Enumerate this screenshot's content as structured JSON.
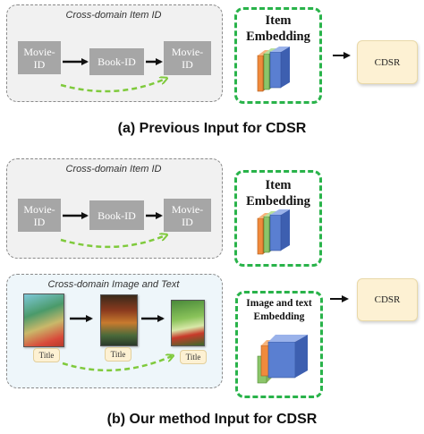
{
  "panel_a": {
    "region_title": "Cross-domain Item ID",
    "boxes": [
      {
        "line1": "Movie-",
        "line2": "ID"
      },
      {
        "line1": "Book-ID",
        "line2": ""
      },
      {
        "line1": "Movie-",
        "line2": "ID"
      }
    ],
    "embedding_line1": "Item",
    "embedding_line2": "Embedding",
    "output": "CDSR",
    "caption": "(a) Previous Input for CDSR"
  },
  "panel_b": {
    "region_title": "Cross-domain Item ID",
    "boxes": [
      {
        "line1": "Movie-",
        "line2": "ID"
      },
      {
        "line1": "Book-ID",
        "line2": ""
      },
      {
        "line1": "Movie-",
        "line2": "ID"
      }
    ],
    "embedding_line1": "Item",
    "embedding_line2": "Embedding",
    "mm_region_title": "Cross-domain Image and Text",
    "title_tags": [
      "Title",
      "Title",
      "Title"
    ],
    "mm_embedding_line1": "Image and text",
    "mm_embedding_line2": "Embedding",
    "output": "CDSR",
    "caption": "(b) Our method Input for CDSR"
  },
  "colors": {
    "dashed_green": "#29b34a",
    "curve_green": "#7fca3c",
    "id_box_gray": "#a6a6a6",
    "cdsr_fill": "#fdf1d3",
    "book_orange": "#f08a3c",
    "book_green": "#8cc56a",
    "book_blue": "#5a7fd1"
  },
  "icons": [
    "stacked-books-icon",
    "arrow-right-icon",
    "dashed-curve-arrow-icon",
    "movie-poster-image",
    "book-cover-image"
  ]
}
